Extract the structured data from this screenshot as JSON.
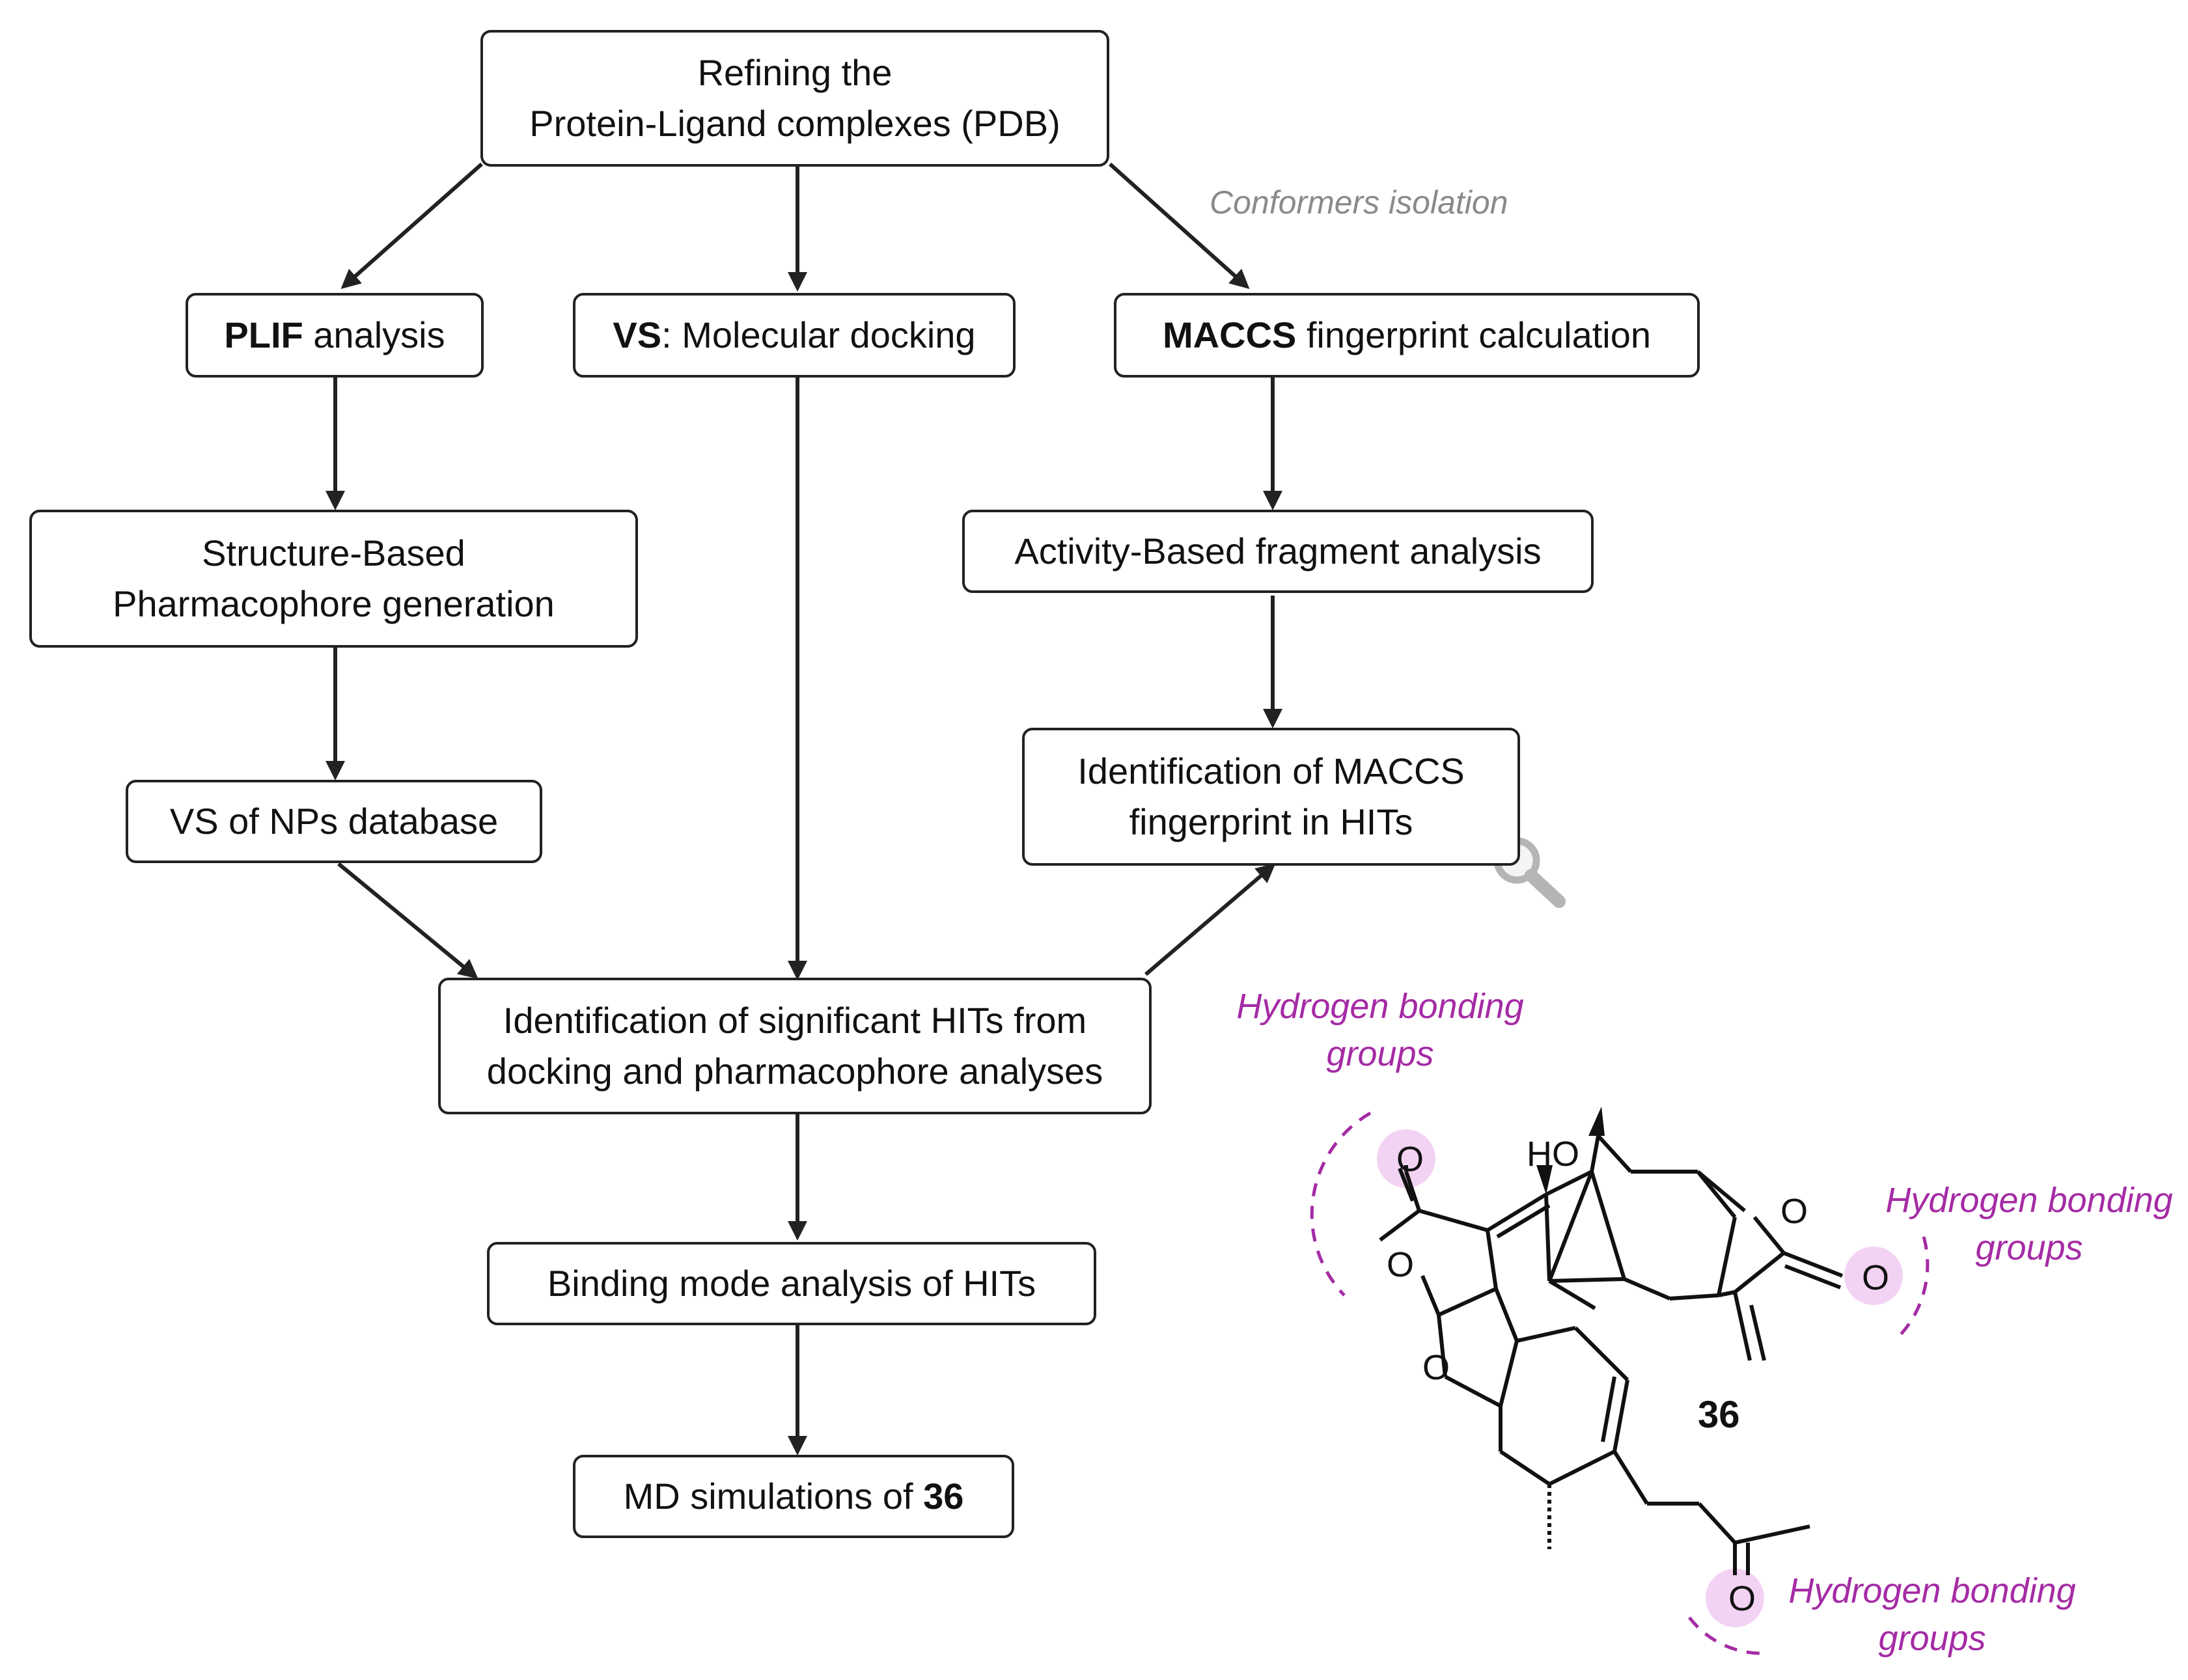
{
  "boxes": {
    "refine": {
      "line1": "Refining the",
      "line2": "Protein-Ligand complexes (PDB)"
    },
    "plif": {
      "bold": "PLIF",
      "rest": " analysis"
    },
    "vs_docking": {
      "bold": "VS",
      "rest": ": Molecular docking"
    },
    "maccs": {
      "bold": "MACCS",
      "rest": " fingerprint calculation"
    },
    "structure_based": {
      "line1": "Structure-Based",
      "line2": "Pharmacophore generation"
    },
    "activity_based": {
      "text": "Activity-Based fragment analysis"
    },
    "vs_nps": {
      "text": "VS of NPs database"
    },
    "identification_maccs": {
      "line1": "Identification of MACCS",
      "line2": "fingerprint in HITs"
    },
    "identification_hits": {
      "line1": "Identification of significant HITs from",
      "line2": "docking and pharmacophore analyses"
    },
    "binding_mode": {
      "text": "Binding mode analysis of HITs"
    },
    "md_sim": {
      "text": "MD simulations of ",
      "bold": "36"
    }
  },
  "annotations": {
    "conformers": "Conformers isolation",
    "hbond_top": {
      "line1": "Hydrogen bonding",
      "line2": "groups"
    },
    "hbond_right": {
      "line1": "Hydrogen bonding",
      "line2": "groups"
    },
    "hbond_bottom": {
      "line1": "Hydrogen bonding",
      "line2": "groups"
    }
  },
  "molecule": {
    "compound_number": "36",
    "atoms": {
      "ho": "HO",
      "o_acetyl": "O",
      "o_lactone_carbonyl": "O",
      "o_ring": "O",
      "o_ring_right": "O",
      "o_carbonyl_right": "O",
      "o_ketone": "O"
    }
  },
  "colors": {
    "border": "#222222",
    "annotation_gray": "#8a8a8a",
    "annotation_purple": "#a52ba5",
    "highlight": "#f3d3f3"
  }
}
